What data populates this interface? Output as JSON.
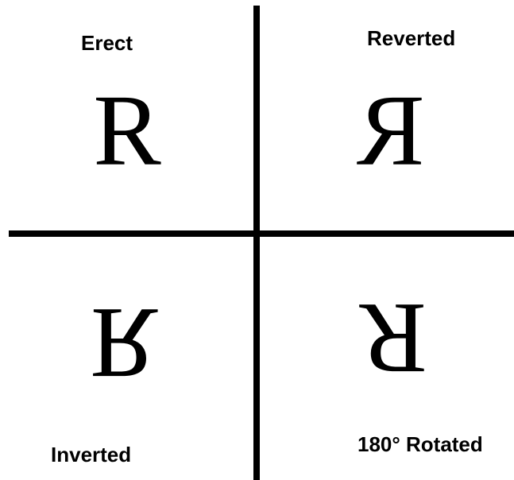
{
  "quadrants": {
    "erect": {
      "label": "Erect",
      "letter": "R"
    },
    "reverted": {
      "label": "Reverted",
      "letter": "R"
    },
    "inverted": {
      "label": "Inverted",
      "letter": "R"
    },
    "rotated": {
      "label": "180° Rotated",
      "letter": "R"
    }
  }
}
